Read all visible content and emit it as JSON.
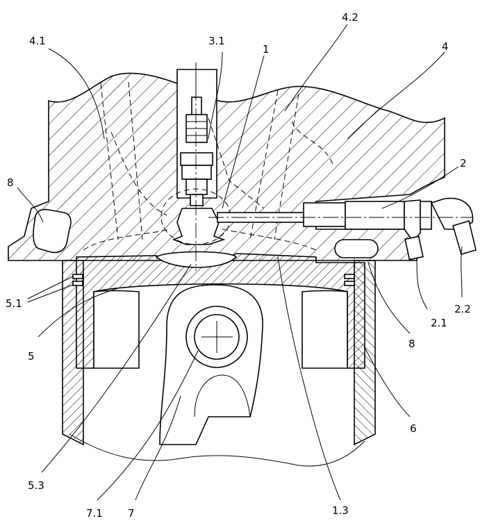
{
  "diagram": {
    "labels": [
      {
        "key": "l41",
        "text": "4.1"
      },
      {
        "key": "l31",
        "text": "3.1"
      },
      {
        "key": "l1",
        "text": "1"
      },
      {
        "key": "l42",
        "text": "4.2"
      },
      {
        "key": "l4",
        "text": "4"
      },
      {
        "key": "l2",
        "text": "2"
      },
      {
        "key": "l8a",
        "text": "8"
      },
      {
        "key": "l51",
        "text": "5.1"
      },
      {
        "key": "l5",
        "text": "5"
      },
      {
        "key": "l21",
        "text": "2.1"
      },
      {
        "key": "l22",
        "text": "2.2"
      },
      {
        "key": "l8b",
        "text": "8"
      },
      {
        "key": "l6",
        "text": "6"
      },
      {
        "key": "l53",
        "text": "5.3"
      },
      {
        "key": "l71",
        "text": "7.1"
      },
      {
        "key": "l7",
        "text": "7"
      },
      {
        "key": "l13",
        "text": "1.3"
      }
    ]
  }
}
